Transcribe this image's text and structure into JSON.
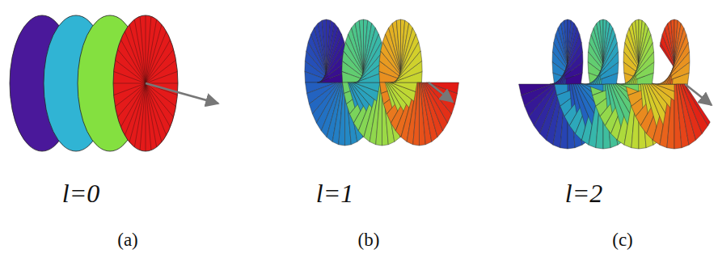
{
  "diagram": {
    "labels": [
      "l=0",
      "l=1",
      "l=2",
      "(a)",
      "(b)",
      "(c)"
    ]
  }
}
